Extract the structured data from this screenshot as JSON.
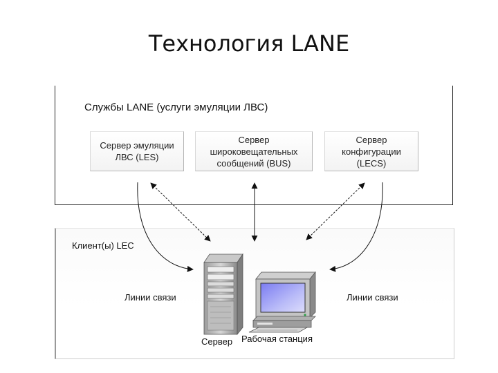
{
  "title": "Технология LANE",
  "lane_services": {
    "label": "Службы LANE (услуги эмуляции ЛВС)",
    "servers": [
      {
        "label": "Сервер эмуляции\nЛВС (LES)"
      },
      {
        "label": "Сервер\nшироковещательных\nсообщений  (BUS)"
      },
      {
        "label": "Сервер\nконфигурации\n(LECS)"
      }
    ]
  },
  "clients": {
    "label": "Клиент(ы) LEC",
    "links_left": "Линии связи",
    "links_right": "Линии связи",
    "server_label": "Сервер",
    "workstation_label": "Рабочая станция"
  }
}
